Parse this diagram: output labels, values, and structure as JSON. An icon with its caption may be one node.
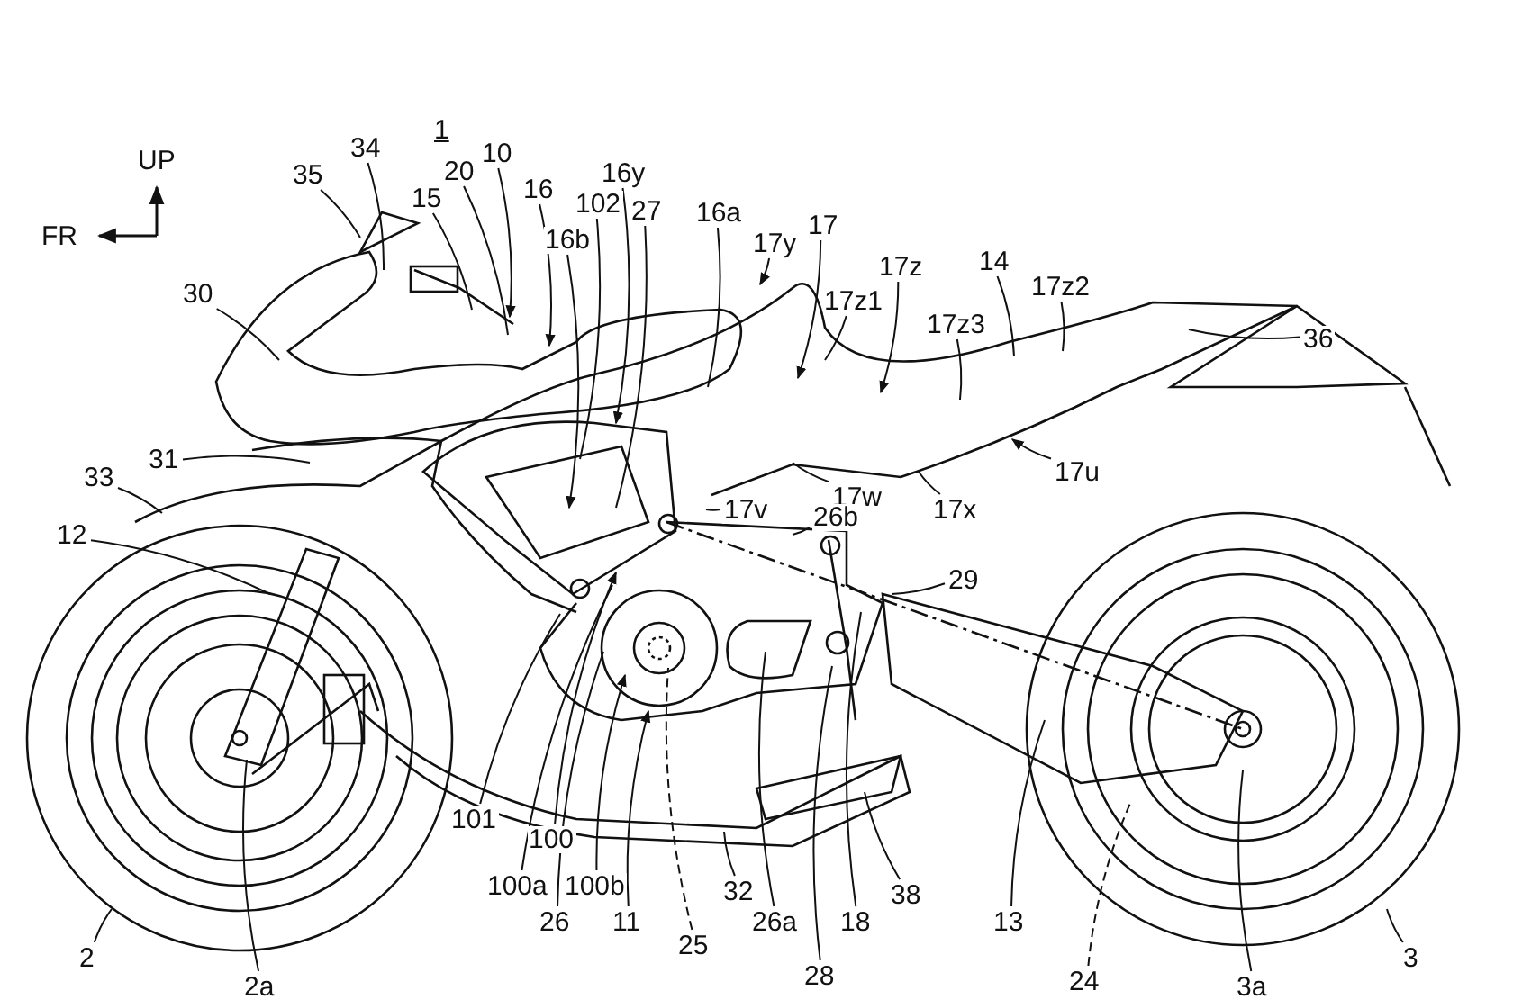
{
  "diagram": {
    "nodes": [
      {
        "text": [
          "35"
        ]
      },
      {
        "text": [
          "34"
        ]
      },
      {
        "text": [
          "10"
        ]
      },
      {
        "text": [
          "15"
        ]
      },
      {
        "text": [
          "20"
        ]
      },
      {
        "text": [
          "16"
        ]
      },
      {
        "text": [
          "16y"
        ]
      },
      {
        "text": [
          "102"
        ]
      },
      {
        "text": [
          "16b"
        ]
      },
      {
        "text": [
          "27"
        ]
      },
      {
        "text": [
          "16a"
        ]
      },
      {
        "text": [
          "17y"
        ]
      },
      {
        "text": [
          "17"
        ]
      },
      {
        "text": [
          "17z"
        ]
      },
      {
        "text": [
          "17z1"
        ]
      },
      {
        "text": [
          "14"
        ]
      },
      {
        "text": [
          "17z2"
        ]
      },
      {
        "text": [
          "17z3"
        ]
      },
      {
        "text": [
          "36"
        ]
      },
      {
        "text": [
          "30"
        ]
      },
      {
        "text": [
          "31"
        ]
      },
      {
        "text": [
          "33"
        ]
      },
      {
        "text": [
          "12"
        ]
      },
      {
        "text": [
          "17u"
        ]
      },
      {
        "text": [
          "17x"
        ]
      },
      {
        "text": [
          "17w"
        ]
      },
      {
        "text": [
          "17v"
        ]
      },
      {
        "text": [
          "26b"
        ]
      },
      {
        "text": [
          "29"
        ]
      },
      {
        "text": [
          "2"
        ]
      },
      {
        "text": [
          "2a"
        ]
      },
      {
        "text": [
          "101"
        ]
      },
      {
        "text": [
          "100"
        ]
      },
      {
        "text": [
          "100a"
        ]
      },
      {
        "text": [
          "26"
        ]
      },
      {
        "text": [
          "100b"
        ]
      },
      {
        "text": [
          "11"
        ]
      },
      {
        "text": [
          "25"
        ]
      },
      {
        "text": [
          "32"
        ]
      },
      {
        "text": [
          "26a"
        ]
      },
      {
        "text": [
          "28"
        ]
      },
      {
        "text": [
          "18"
        ]
      },
      {
        "text": [
          "38"
        ]
      },
      {
        "text": [
          "13"
        ]
      },
      {
        "text": [
          "24"
        ]
      },
      {
        "text": [
          "3a"
        ]
      },
      {
        "text": [
          "3"
        ]
      }
    ],
    "edges": [
      {
        "from": 0,
        "to": null,
        "arrow": "none"
      },
      {
        "from": 1,
        "to": null,
        "arrow": "none"
      },
      {
        "from": 2,
        "to": null,
        "arrow": "to"
      },
      {
        "from": 3,
        "to": null,
        "arrow": "none"
      },
      {
        "from": 4,
        "to": null,
        "arrow": "none"
      },
      {
        "from": 5,
        "to": null,
        "arrow": "to"
      },
      {
        "from": 6,
        "to": null,
        "arrow": "to"
      },
      {
        "from": 7,
        "to": null,
        "arrow": "none"
      },
      {
        "from": 8,
        "to": null,
        "arrow": "to"
      },
      {
        "from": 9,
        "to": null,
        "arrow": "none"
      },
      {
        "from": 10,
        "to": null,
        "arrow": "none"
      },
      {
        "from": 11,
        "to": null,
        "arrow": "to"
      },
      {
        "from": 12,
        "to": null,
        "arrow": "to"
      },
      {
        "from": 13,
        "to": null,
        "arrow": "to"
      },
      {
        "from": 14,
        "to": null,
        "arrow": "none"
      },
      {
        "from": 15,
        "to": null,
        "arrow": "none"
      },
      {
        "from": 16,
        "to": null,
        "arrow": "none"
      },
      {
        "from": 17,
        "to": null,
        "arrow": "none"
      },
      {
        "from": 18,
        "to": null,
        "arrow": "none"
      },
      {
        "from": 19,
        "to": null,
        "arrow": "none"
      },
      {
        "from": 20,
        "to": null,
        "arrow": "none"
      },
      {
        "from": 21,
        "to": null,
        "arrow": "none"
      },
      {
        "from": 22,
        "to": null,
        "arrow": "none"
      },
      {
        "from": 23,
        "to": null,
        "arrow": "to"
      },
      {
        "from": 24,
        "to": null,
        "arrow": "none"
      },
      {
        "from": 25,
        "to": null,
        "arrow": "none"
      },
      {
        "from": 26,
        "to": null,
        "arrow": "none"
      },
      {
        "from": 27,
        "to": null,
        "arrow": "none"
      },
      {
        "from": 28,
        "to": null,
        "arrow": "none"
      },
      {
        "from": 29,
        "to": null,
        "arrow": "none"
      },
      {
        "from": 30,
        "to": null,
        "arrow": "none"
      },
      {
        "from": 31,
        "to": null,
        "arrow": "none"
      },
      {
        "from": 32,
        "to": null,
        "arrow": "to"
      },
      {
        "from": 33,
        "to": null,
        "arrow": "none"
      },
      {
        "from": 34,
        "to": null,
        "arrow": "none"
      },
      {
        "from": 35,
        "to": null,
        "arrow": "to"
      },
      {
        "from": 36,
        "to": null,
        "arrow": "to"
      },
      {
        "from": 37,
        "to": null,
        "arrow": "none",
        "style": "dashed"
      },
      {
        "from": 38,
        "to": null,
        "arrow": "none"
      },
      {
        "from": 39,
        "to": null,
        "arrow": "none"
      },
      {
        "from": 40,
        "to": null,
        "arrow": "none"
      },
      {
        "from": 41,
        "to": null,
        "arrow": "none"
      },
      {
        "from": 42,
        "to": null,
        "arrow": "none"
      },
      {
        "from": 43,
        "to": null,
        "arrow": "none"
      },
      {
        "from": 44,
        "to": null,
        "arrow": "none",
        "style": "dashed"
      },
      {
        "from": 45,
        "to": null,
        "arrow": "none"
      },
      {
        "from": 46,
        "to": null,
        "arrow": "none"
      }
    ],
    "labels": [
      "1",
      "UP",
      "FR"
    ]
  }
}
